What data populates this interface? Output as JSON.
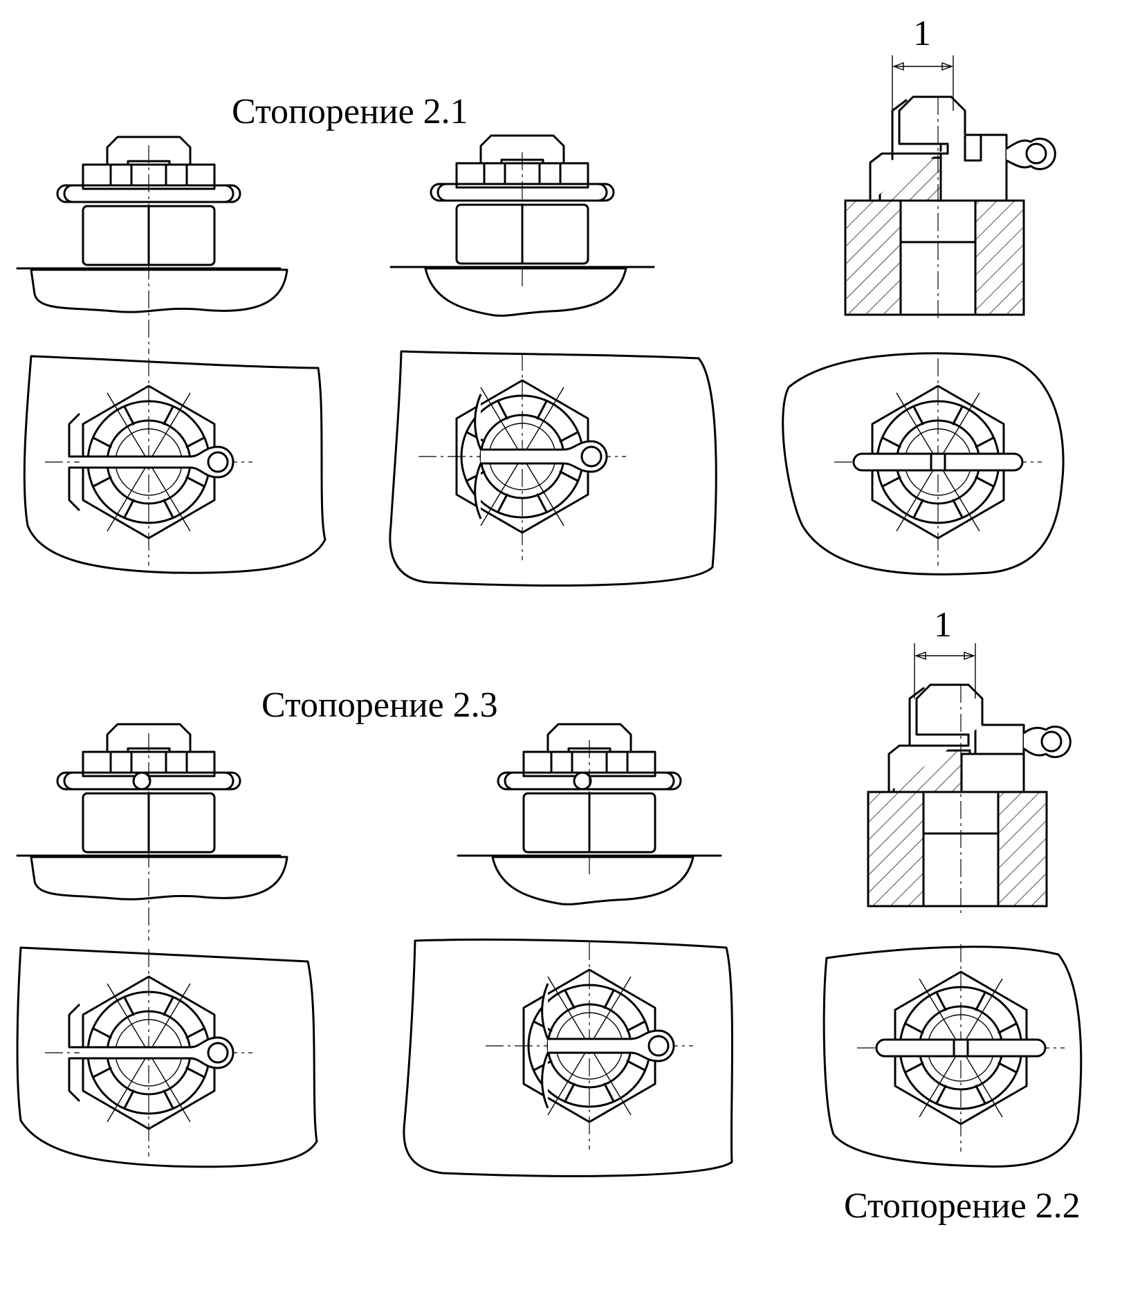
{
  "labels": {
    "lock_2_1": "Стопорение 2.1",
    "lock_2_3": "Стопорение 2.3",
    "lock_2_2": "Стопорение 2.2"
  },
  "dimensions": {
    "gap_top": "1",
    "gap_bottom": "1"
  },
  "colors": {
    "line": "#000000",
    "background": "#ffffff"
  }
}
